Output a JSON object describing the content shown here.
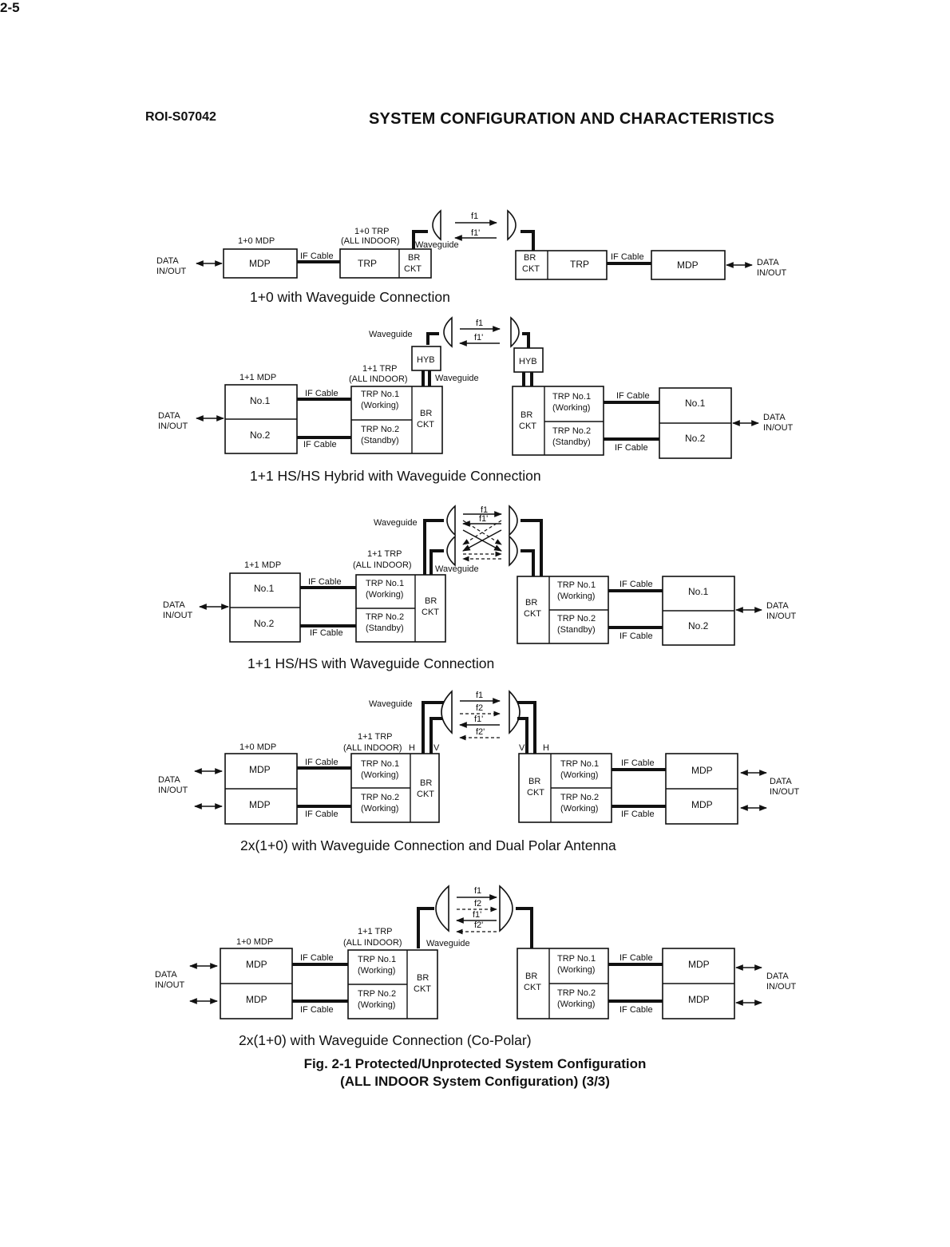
{
  "header": {
    "doc_id": "ROI-S07042",
    "title": "SYSTEM CONFIGURATION AND CHARACTERISTICS"
  },
  "labels": {
    "mdp": "MDP",
    "trp": "TRP",
    "br": "BR",
    "ckt": "CKT",
    "if_cable": "IF Cable",
    "waveguide": "Waveguide",
    "hyb": "HYB",
    "data": "DATA",
    "inout": "IN/OUT",
    "no1": "No.1",
    "no2": "No.2",
    "trp_no1": "TRP No.1",
    "trp_no2": "TRP No.2",
    "working": "(Working)",
    "standby": "(Standby)",
    "all_indoor": "(ALL INDOOR)",
    "mdp_10": "1+0 MDP",
    "mdp_11": "1+1 MDP",
    "trp_10": "1+0 TRP",
    "trp_11": "1+1 TRP",
    "f1": "f1",
    "f1p": "f1'",
    "f2": "f2",
    "f2p": "f2'",
    "pol_h": "H",
    "pol_v": "V"
  },
  "diagrams": [
    {
      "caption": "1+0 with Waveguide Connection"
    },
    {
      "caption": "1+1 HS/HS Hybrid with Waveguide Connection"
    },
    {
      "caption": "1+1 HS/HS with Waveguide Connection"
    },
    {
      "caption": "2x(1+0) with Waveguide Connection and Dual Polar Antenna"
    },
    {
      "caption": "2x(1+0) with Waveguide Connection (Co-Polar)"
    }
  ],
  "figure": {
    "caption_line1": "Fig. 2-1  Protected/Unprotected System Configuration",
    "caption_line2": "(ALL INDOOR System Configuration) (3/3)"
  },
  "page_number": "2-5"
}
